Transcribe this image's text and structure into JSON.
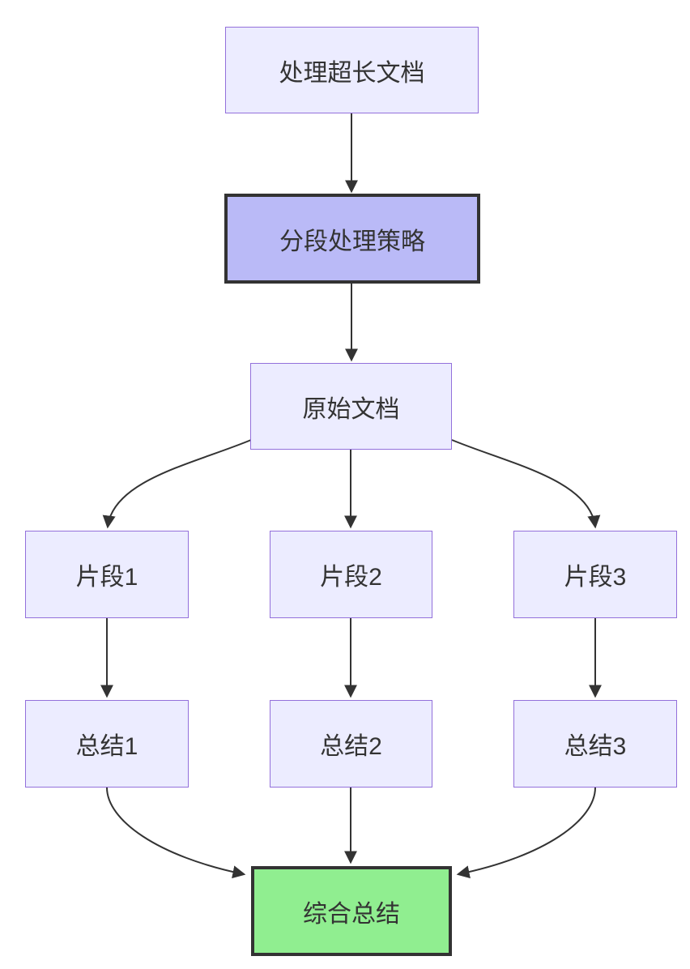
{
  "diagram_type": "flowchart-top-down",
  "nodes": {
    "start": {
      "label": "处理超长文档"
    },
    "strategy": {
      "label": "分段处理策略"
    },
    "source": {
      "label": "原始文档"
    },
    "fragment1": {
      "label": "片段1"
    },
    "fragment2": {
      "label": "片段2"
    },
    "fragment3": {
      "label": "片段3"
    },
    "summary1": {
      "label": "总结1"
    },
    "summary2": {
      "label": "总结2"
    },
    "summary3": {
      "label": "总结3"
    },
    "final": {
      "label": "综合总结"
    }
  },
  "edges": [
    {
      "from": "处理超长文档",
      "to": "分段处理策略"
    },
    {
      "from": "分段处理策略",
      "to": "原始文档"
    },
    {
      "from": "原始文档",
      "to": "片段1"
    },
    {
      "from": "原始文档",
      "to": "片段2"
    },
    {
      "from": "原始文档",
      "to": "片段3"
    },
    {
      "from": "片段1",
      "to": "总结1"
    },
    {
      "from": "片段2",
      "to": "总结2"
    },
    {
      "from": "片段3",
      "to": "总结3"
    },
    {
      "from": "总结1",
      "to": "综合总结"
    },
    {
      "from": "总结2",
      "to": "综合总结"
    },
    {
      "from": "总结3",
      "to": "综合总结"
    }
  ],
  "colors": {
    "background": "#ffffff",
    "edge": "#333333",
    "text": "#333333",
    "node-fill": "#ececff",
    "node-border": "#9370db",
    "highlight-fill": "#babaf7",
    "highlight-border": "#333333",
    "result-fill": "#90ee90",
    "result-border": "#333333"
  }
}
